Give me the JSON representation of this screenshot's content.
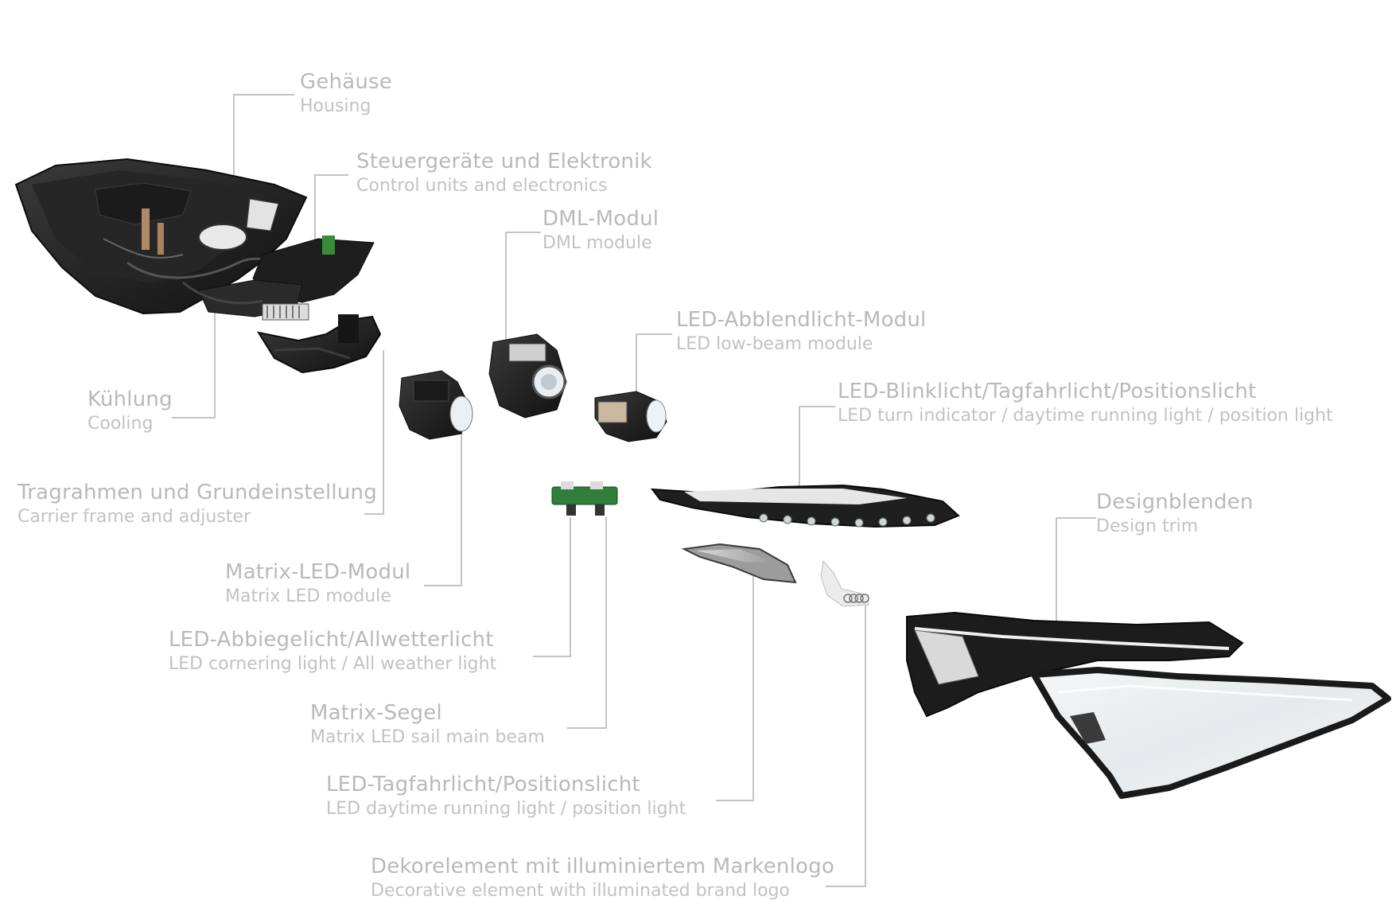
{
  "callouts": [
    {
      "id": "housing",
      "de": "Gehäuse",
      "en": "Housing"
    },
    {
      "id": "control-units",
      "de": "Steuergeräte und Elektronik",
      "en": "Control units and electronics"
    },
    {
      "id": "dml-module",
      "de": "DML-Modul",
      "en": "DML module"
    },
    {
      "id": "low-beam",
      "de": "LED-Abblendlicht-Modul",
      "en": "LED low-beam module"
    },
    {
      "id": "turn-indicator",
      "de": "LED-Blinklicht/Tagfahrlicht/Positionslicht",
      "en": "LED turn indicator / daytime running light / position light"
    },
    {
      "id": "design-trim",
      "de": "Designblenden",
      "en": "Design trim"
    },
    {
      "id": "cooling",
      "de": "Kühlung",
      "en": "Cooling"
    },
    {
      "id": "carrier-frame",
      "de": "Tragrahmen und Grundeinstellung",
      "en": "Carrier frame and adjuster"
    },
    {
      "id": "matrix-led",
      "de": "Matrix-LED-Modul",
      "en": "Matrix LED module"
    },
    {
      "id": "cornering-light",
      "de": "LED-Abbiegelicht/Allwetterlicht",
      "en": "LED cornering light / All weather light"
    },
    {
      "id": "matrix-sail",
      "de": "Matrix-Segel",
      "en": "Matrix LED sail main beam"
    },
    {
      "id": "drl-position",
      "de": "LED-Tagfahrlicht/Positionslicht",
      "en": "LED daytime running light / position light"
    },
    {
      "id": "deco-logo",
      "de": "Dekorelement mit illuminiertem Markenlogo",
      "en": "Decorative element with illuminated brand logo"
    }
  ]
}
